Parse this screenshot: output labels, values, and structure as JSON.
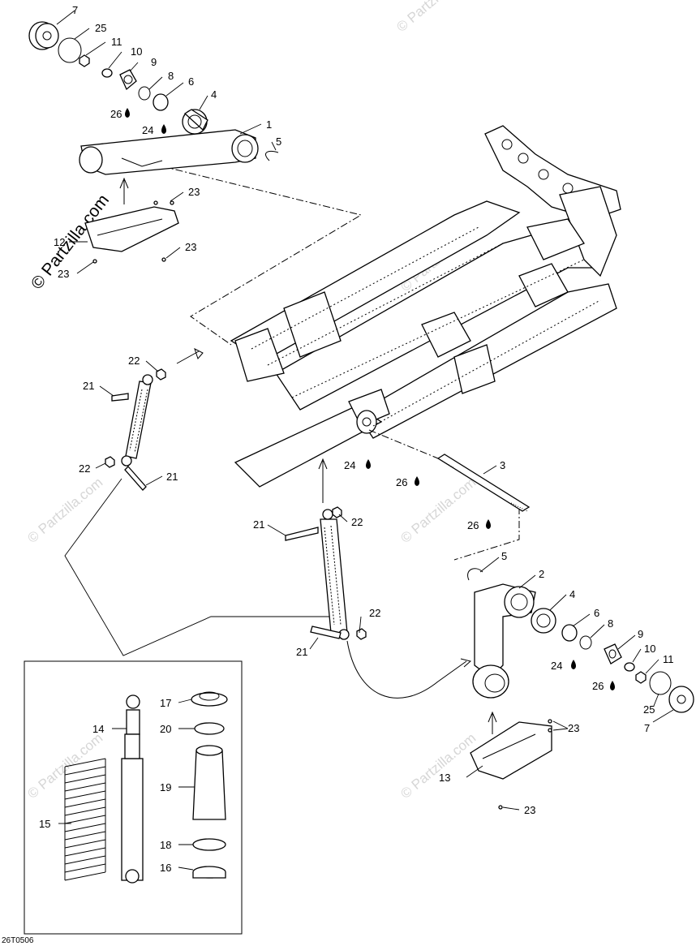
{
  "watermark": {
    "main": "© Partzilla.com",
    "light": "© Partzilla.com",
    "light_short": "© Partzilla"
  },
  "drawing_code": "26T0506",
  "callouts": {
    "c1": "1",
    "c2": "2",
    "c3": "3",
    "c4a": "4",
    "c4b": "4",
    "c5a": "5",
    "c5b": "5",
    "c6a": "6",
    "c6b": "6",
    "c7a": "7",
    "c7b": "7",
    "c8a": "8",
    "c8b": "8",
    "c9a": "9",
    "c9b": "9",
    "c10a": "10",
    "c10b": "10",
    "c11a": "11",
    "c11b": "11",
    "c12": "12",
    "c13": "13",
    "c14": "14",
    "c15": "15",
    "c16": "16",
    "c17": "17",
    "c18": "18",
    "c19": "19",
    "c20": "20",
    "c21a": "21",
    "c21b": "21",
    "c21c": "21",
    "c21d": "21",
    "c22a": "22",
    "c22b": "22",
    "c22c": "22",
    "c22d": "22",
    "c23a": "23",
    "c23b": "23",
    "c23c": "23",
    "c23d": "23",
    "c23e": "23",
    "c24a": "24",
    "c24b": "24",
    "c24c": "24",
    "c25a": "25",
    "c25b": "25",
    "c26a": "26",
    "c26b": "26",
    "c26c": "26",
    "c26d": "26"
  }
}
